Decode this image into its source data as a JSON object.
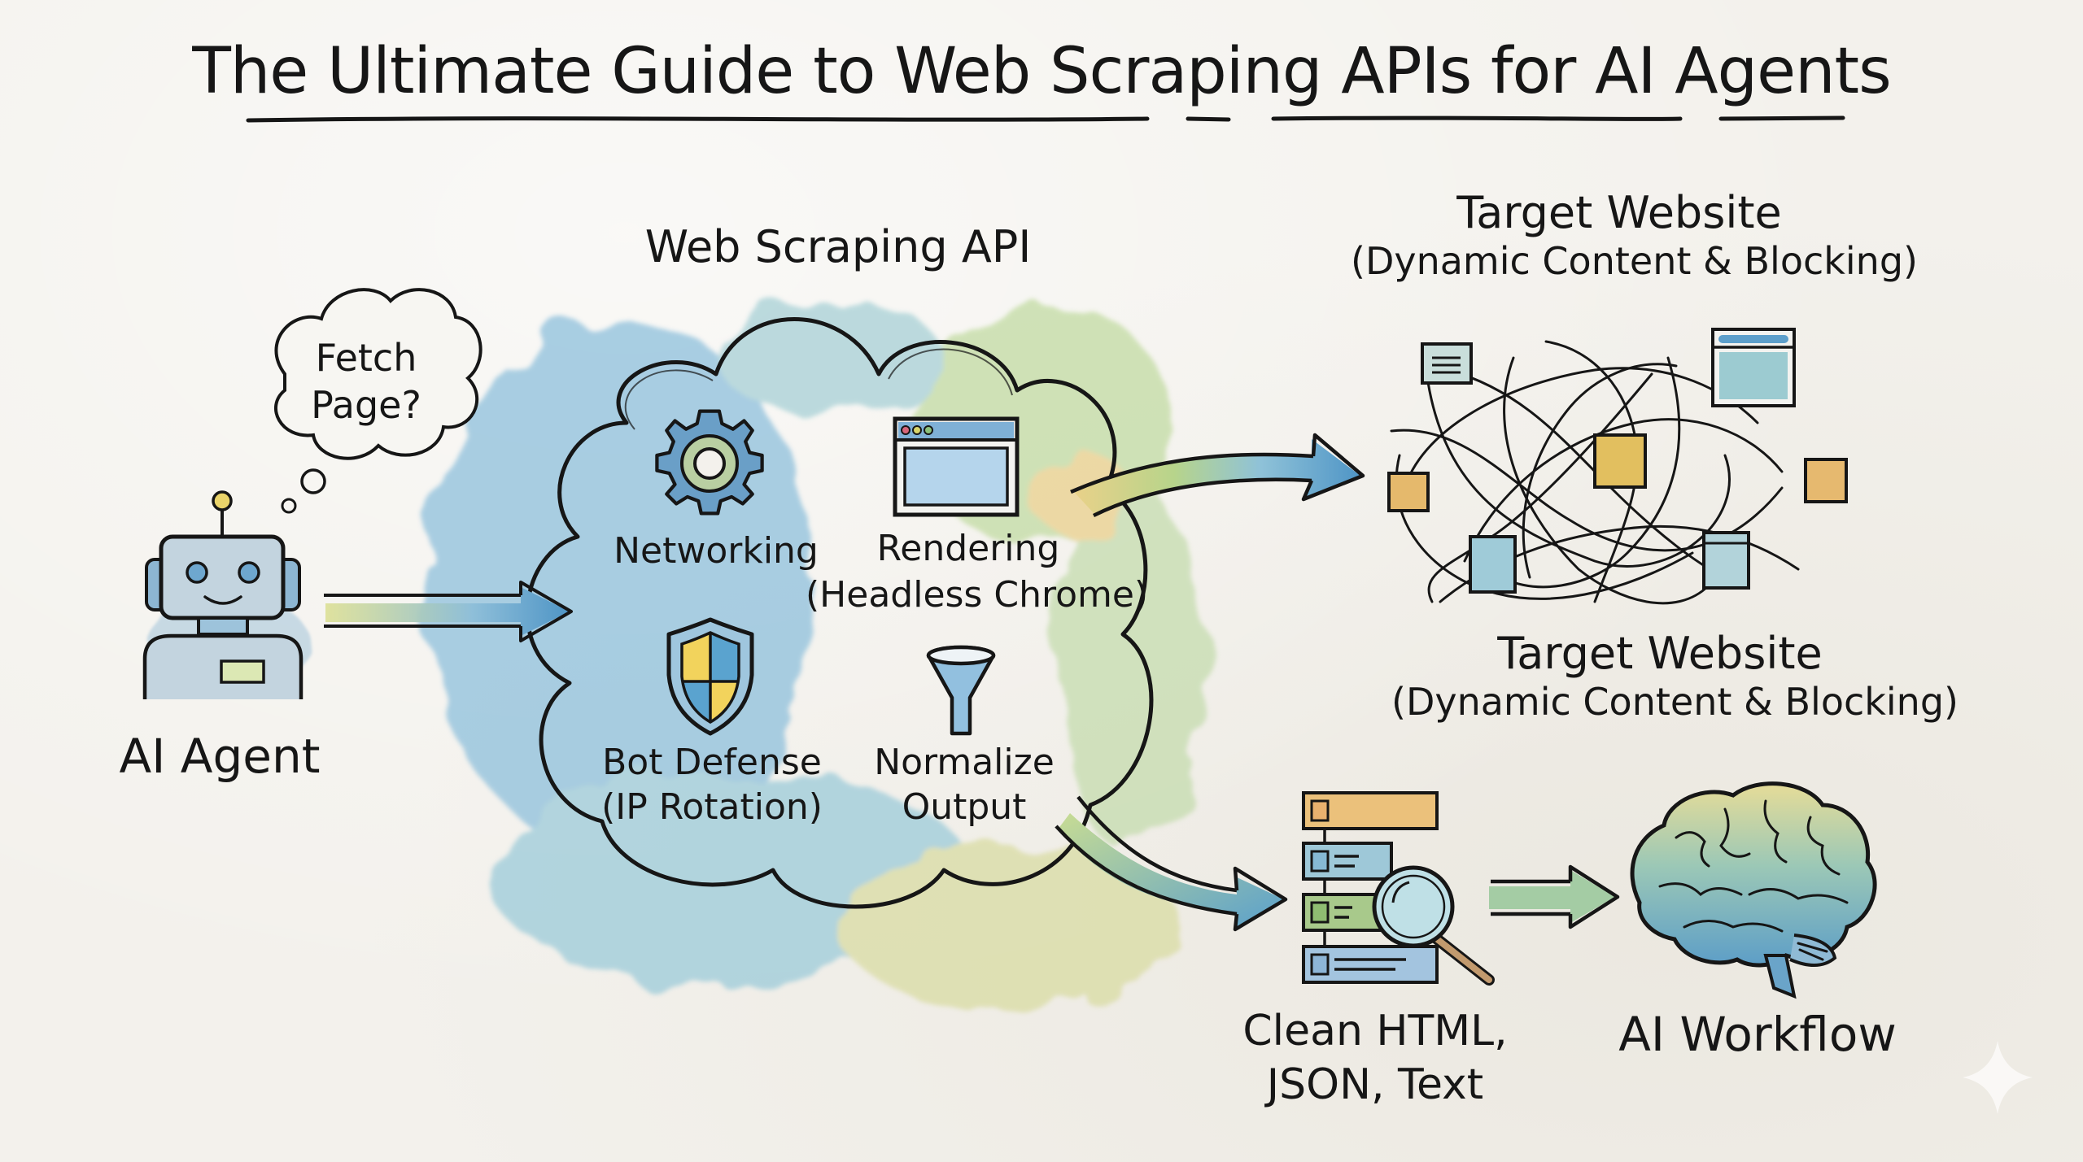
{
  "title": "The Ultimate Guide to Web Scraping APIs for AI Agents",
  "agent": {
    "label": "AI Agent",
    "thought": [
      "Fetch",
      "Page?"
    ]
  },
  "api": {
    "label": "Web Scraping API",
    "components": [
      {
        "id": "networking",
        "icon": "gear-icon",
        "lines": [
          "Networking"
        ]
      },
      {
        "id": "rendering",
        "icon": "browser-window-icon",
        "lines": [
          "Rendering",
          "(Headless Chrome)"
        ]
      },
      {
        "id": "bot-defense",
        "icon": "shield-icon",
        "lines": [
          "Bot Defense",
          "(IP Rotation)"
        ]
      },
      {
        "id": "normalize",
        "icon": "funnel-icon",
        "lines": [
          "Normalize",
          "Output"
        ]
      }
    ]
  },
  "target": {
    "title": "Target Website",
    "subtitle": "(Dynamic Content & Blocking)",
    "icon": "tangled-web-icon"
  },
  "output": {
    "lines": [
      "Clean HTML,",
      "JSON, Text"
    ],
    "icon": "structured-data-magnifier-icon"
  },
  "workflow": {
    "label": "AI Workflow",
    "icon": "brain-icon"
  },
  "flows": [
    {
      "from": "AI Agent",
      "to": "Web Scraping API"
    },
    {
      "from": "Web Scraping API",
      "to": "Target Website"
    },
    {
      "from": "Web Scraping API",
      "to": "Clean HTML, JSON, Text"
    },
    {
      "from": "Clean HTML, JSON, Text",
      "to": "AI Workflow"
    }
  ],
  "colors": {
    "ink": "#161616",
    "paper": "#f3f1ec",
    "watercolor_blue": "#7fb3d3",
    "watercolor_green": "#b9d39a",
    "watercolor_yellow": "#e8cf7a",
    "watercolor_orange": "#e9b878",
    "shield_yellow": "#f2d35c",
    "shield_blue": "#5aa3cf"
  }
}
